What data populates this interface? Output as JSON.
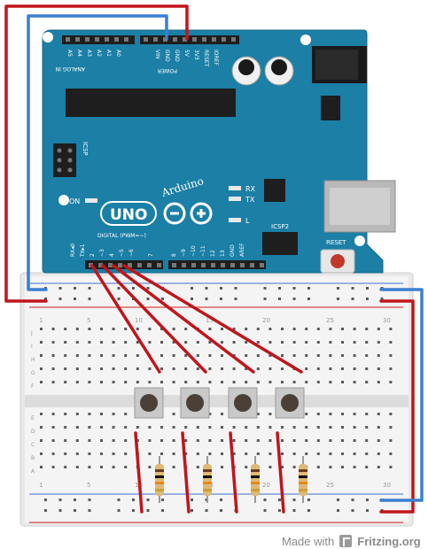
{
  "board": {
    "brand": "Arduino",
    "model": "UNO",
    "analog_header": "ANALOG IN",
    "power_header": "POWER",
    "power_pins": [
      "IOREF",
      "RESET",
      "3V3",
      "5V",
      "GND",
      "GND",
      "VIN"
    ],
    "analog_pins": [
      "A0",
      "A1",
      "A2",
      "A3",
      "A4",
      "A5"
    ],
    "digital_header": "DIGITAL (PWM=~)",
    "digital_pins_right": [
      "AREF",
      "GND",
      "13",
      "12",
      "~11",
      "~10",
      "~9",
      "8"
    ],
    "digital_pins_left": [
      "7",
      "~6",
      "~5",
      "4",
      "~3",
      "2",
      "TX▸1",
      "RX◂0"
    ],
    "led_labels": [
      "TX",
      "RX",
      "L",
      "ON"
    ],
    "icsp_labels": [
      "ICSP",
      "ICSP2"
    ],
    "reset_label": "RESET"
  },
  "breadboard": {
    "column_numbers": [
      "1",
      "5",
      "10",
      "15",
      "20",
      "25",
      "30"
    ],
    "row_letters_top": [
      "J",
      "I",
      "H",
      "G",
      "F"
    ],
    "row_letters_bottom": [
      "E",
      "D",
      "C",
      "B",
      "A"
    ]
  },
  "footer": {
    "made_with": "Made with",
    "brand": "Fritzing.org"
  },
  "colors": {
    "board": "#1b7fa6",
    "board_dark": "#14678a",
    "wire_red": "#c0151b",
    "wire_blue": "#3a7fd0",
    "wire_green": "#2b8a3e",
    "breadboard": "#f2f2f2"
  }
}
